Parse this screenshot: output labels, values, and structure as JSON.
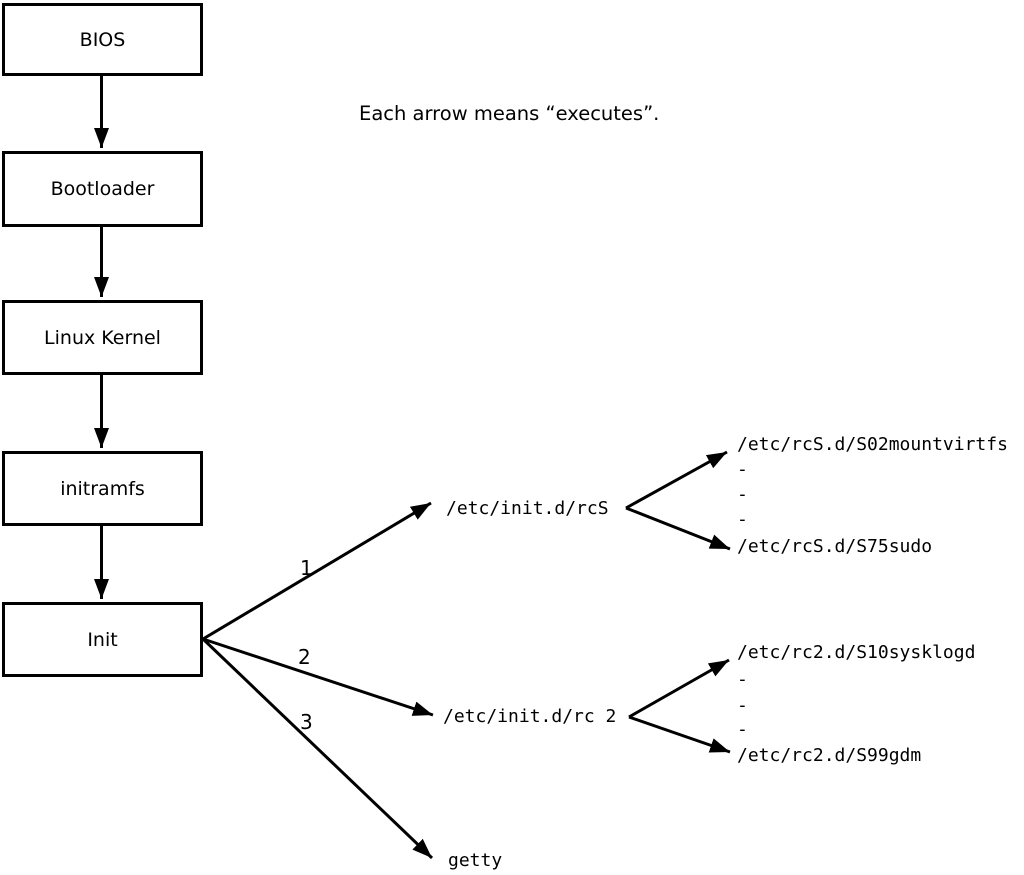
{
  "legend": {
    "note": "Each arrow means “executes”."
  },
  "boot_chain": {
    "boxes": [
      "BIOS",
      "Bootloader",
      "Linux Kernel",
      "initramfs",
      "Init"
    ]
  },
  "init_branches": {
    "labels": [
      "1",
      "2",
      "3"
    ],
    "rcS": {
      "script": "/etc/init.d/rcS",
      "entries": [
        "/etc/rcS.d/S02mountvirtfs",
        "-",
        "-",
        "-",
        "/etc/rcS.d/S75sudo"
      ]
    },
    "rc2": {
      "script": "/etc/init.d/rc 2",
      "entries": [
        "/etc/rc2.d/S10sysklogd",
        "-",
        "-",
        "-",
        "/etc/rc2.d/S99gdm"
      ]
    },
    "getty": {
      "script": "getty"
    }
  },
  "colors": {
    "foreground": "#000000",
    "background": "#ffffff"
  }
}
